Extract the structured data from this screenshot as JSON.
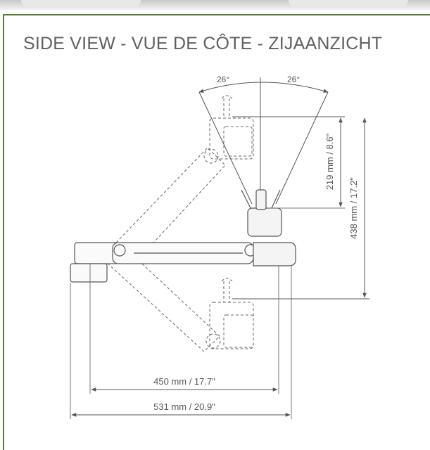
{
  "title": "SIDE VIEW - VUE DE CÔTE - ZIJAANZICHT",
  "angles": {
    "left": "26°",
    "right": "26°"
  },
  "dimensions": {
    "width_inner": "450 mm / 17.7\"",
    "width_outer": "531 mm / 20.9\"",
    "height_small": "219 mm / 8.6\"",
    "height_large": "438 mm / 17.2\""
  },
  "colors": {
    "frame": "#5b7a33",
    "line": "#555555",
    "dashed": "#666666",
    "title": "#606060"
  }
}
